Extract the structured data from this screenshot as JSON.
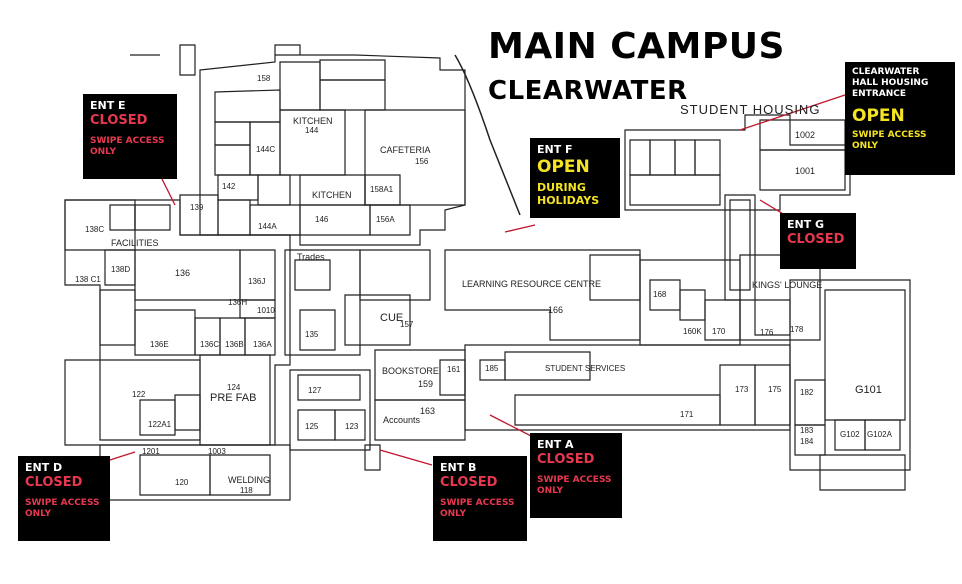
{
  "map_title": "MAIN CAMPUS",
  "map_subtitle": "CLEARWATER",
  "entrances": {
    "ent_e": {
      "name": "ENT E",
      "status": "CLOSED",
      "note": "SWIPE ACCESS ONLY",
      "status_color": "#e8384f"
    },
    "ent_f": {
      "name": "ENT F",
      "status": "OPEN",
      "note": "DURING HOLIDAYS",
      "status_color": "#f4e424"
    },
    "clearwater_hall": {
      "name": "CLEARWATER HALL HOUSING ENTRANCE",
      "status": "OPEN",
      "note": "SWIPE ACCESS ONLY",
      "status_color": "#f4e424"
    },
    "ent_g": {
      "name": "ENT G",
      "status": "CLOSED",
      "status_color": "#e8384f"
    },
    "ent_a": {
      "name": "ENT A",
      "status": "CLOSED",
      "note": "SWIPE ACCESS ONLY",
      "status_color": "#e8384f"
    },
    "ent_b": {
      "name": "ENT B",
      "status": "CLOSED",
      "note": "SWIPE ACCESS ONLY",
      "status_color": "#e8384f"
    },
    "ent_d": {
      "name": "ENT D",
      "status": "CLOSED",
      "note": "SWIPE ACCESS ONLY",
      "status_color": "#e8384f"
    }
  },
  "rooms": {
    "student_housing": "STUDENT HOUSING",
    "cafeteria": "CAFETERIA",
    "cafeteria_num": "156",
    "kitchen": "KITCHEN",
    "kitchen_num": "144",
    "kitchen2": "KITCHEN",
    "facilities": "FACILITIES",
    "trades": "Trades",
    "cue": "CUE",
    "cue_num": "157",
    "lrc": "LEARNING RESOURCE CENTRE",
    "lrc_num": "166",
    "bookstore": "BOOKSTORE",
    "bookstore_num": "159",
    "accounts": "Accounts",
    "accounts_num": "163",
    "student_services": "STUDENT SERVICES",
    "kings_lounge": "KINGS' LOUNGE",
    "g101": "G101",
    "pre_fab": "PRE FAB",
    "pre_fab_num": "124",
    "welding": "WELDING",
    "welding_num": "118",
    "r1001": "1001",
    "r1002": "1002",
    "r136": "136",
    "r138c": "138C",
    "r122": "122",
    "r127": "127",
    "r125": "125",
    "r123": "123",
    "r135": "135",
    "r139": "139",
    "r142": "142",
    "r146": "146",
    "r156a": "156A",
    "r173": "173",
    "r175": "175",
    "r171": "171",
    "r185": "185",
    "r120": "120",
    "r1003": "1003",
    "r1201": "1201",
    "r136e": "136E",
    "r136c": "136C",
    "r136b": "136B",
    "r136a": "136A",
    "r136h": "136H",
    "r136j": "136J",
    "r158a1": "158A1",
    "r144c": "144C",
    "r144a": "144A",
    "r138d": "138D",
    "r138c1": "138 C1",
    "r122a1": "122A1",
    "r161": "161",
    "r182": "182",
    "r184": "184",
    "r183": "183",
    "r0102": "G102",
    "r0102a": "G102A",
    "r176": "176",
    "r178": "178",
    "r170": "170",
    "r160k": "160K",
    "r168": "168",
    "r1010": "1010",
    "r158": "158",
    "r1003b": "1003"
  }
}
